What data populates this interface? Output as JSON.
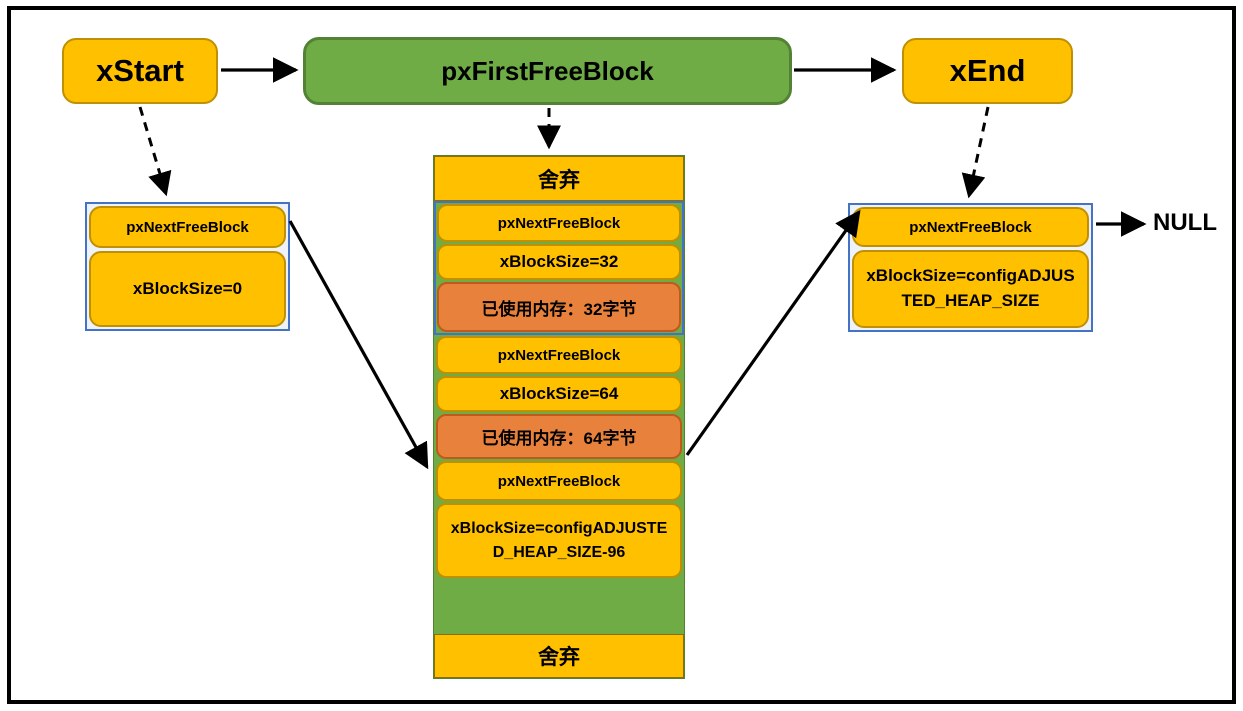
{
  "diagram_title": "FreeRTOS heap free-block linked list",
  "top_nodes": {
    "xstart": "xStart",
    "pxfirstfreeblock": "pxFirstFreeBlock",
    "xend": "xEnd"
  },
  "left_node": {
    "row1": "pxNextFreeBlock",
    "row2": "xBlockSize=0"
  },
  "right_node": {
    "row1": "pxNextFreeBlock",
    "row2": "xBlockSize=configADJUSTED_HEAP_SIZE",
    "null_label": "NULL"
  },
  "heap_column": {
    "discard_top": "舍弃",
    "blocks": [
      {
        "label": "pxNextFreeBlock",
        "type": "gold"
      },
      {
        "label": "xBlockSize=32",
        "type": "gold"
      },
      {
        "label": "已使用内存：32字节",
        "type": "used"
      },
      {
        "label": "pxNextFreeBlock",
        "type": "gold"
      },
      {
        "label": "xBlockSize=64",
        "type": "gold"
      },
      {
        "label": "已使用内存：64字节",
        "type": "used"
      },
      {
        "label": "pxNextFreeBlock",
        "type": "gold"
      },
      {
        "label": "xBlockSize=configADJUSTED_HEAP_SIZE-96",
        "type": "gold"
      }
    ],
    "discard_bottom": "舍弃"
  },
  "colors": {
    "gold": "#FFC000",
    "gold-border": "#BF9000",
    "gold-border-dark": "#8F6E00",
    "used": "#E8813B",
    "used-border": "#C05A1A",
    "green": "#6FAC46",
    "green-border": "#548235",
    "blue-border": "#4472C4",
    "frame": "#000000",
    "text": "#000000"
  }
}
